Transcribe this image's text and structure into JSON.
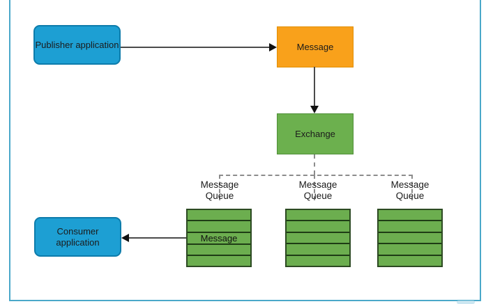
{
  "diagram_type": "message-broker-flow",
  "colors": {
    "frame": "#4aa8c9",
    "app_node_fill": "#1d9fd3",
    "app_node_border": "#0d7cab",
    "message_fill": "#f9a11b",
    "exchange_fill": "#6cb04e",
    "queue_fill": "#6cae4f",
    "arrow_line": "#4a4a4a",
    "arrow_head": "#111111",
    "dashed_line": "#8c8c8c"
  },
  "nodes": {
    "publisher": {
      "label": "Publisher application"
    },
    "message": {
      "label": "Message"
    },
    "exchange": {
      "label": "Exchange"
    },
    "consumer": {
      "label": "Consumer application"
    }
  },
  "queues": [
    {
      "label": "Message Queue",
      "rows": 5,
      "message_label": "Message"
    },
    {
      "label": "Message Queue",
      "rows": 5
    },
    {
      "label": "Message Queue",
      "rows": 5
    }
  ]
}
